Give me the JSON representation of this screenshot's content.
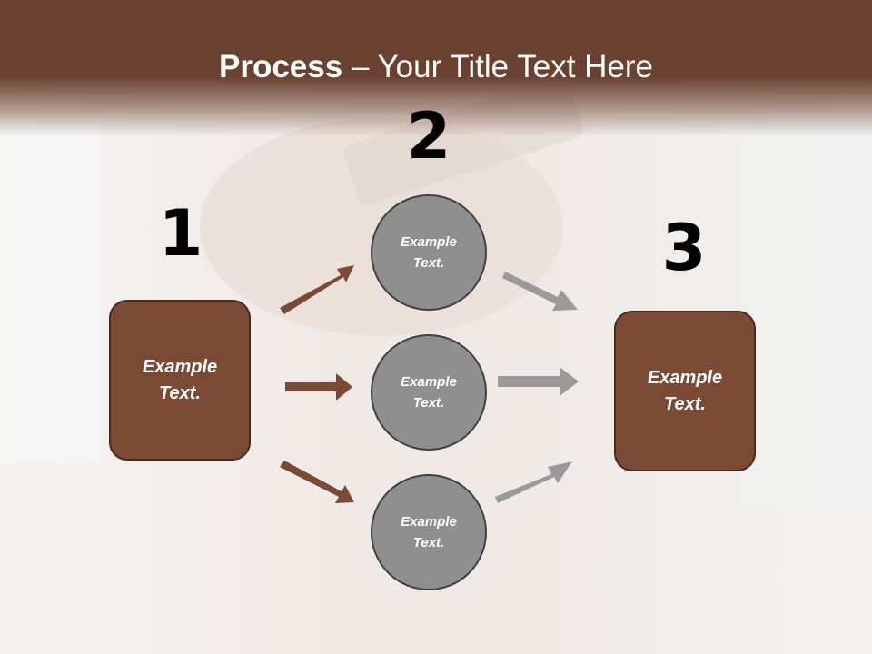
{
  "slide": {
    "title_bold": "Process",
    "title_rest": " – Your Title Text Here"
  },
  "steps": {
    "n1": "1",
    "n2": "2",
    "n3": "3"
  },
  "nodes": {
    "left_box": "Example Text.",
    "circle_top": "Example Text.",
    "circle_middle": "Example Text.",
    "circle_bottom": "Example Text.",
    "right_box": "Example Text."
  },
  "colors": {
    "header": "#6a4130",
    "box_fill": "#7a4a35",
    "circle_fill": "#8f8f8f",
    "brown_arrow": "#7a4a35",
    "gray_arrow": "#9a9a9a"
  }
}
